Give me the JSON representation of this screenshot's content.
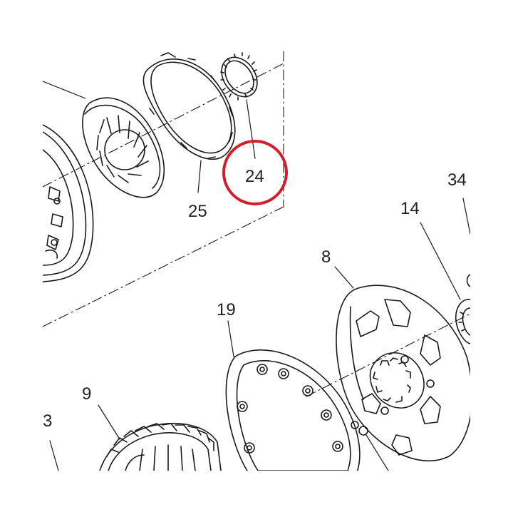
{
  "diagram": {
    "callouts": {
      "p24": "24",
      "p25": "25",
      "p34": "34",
      "p14": "14",
      "p8": "8",
      "p19": "19",
      "p9": "9",
      "p3": "3"
    },
    "highlighted_part": "24",
    "colors": {
      "line": "#1a1a1a",
      "highlight": "#d0202e",
      "background": "#ffffff"
    }
  }
}
